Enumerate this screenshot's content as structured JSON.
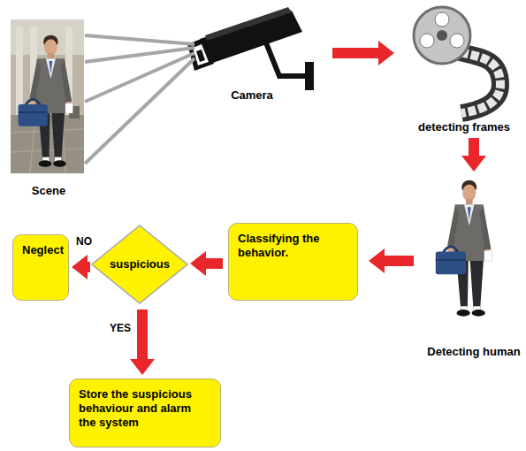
{
  "diagram": {
    "nodes": [
      {
        "text": [
          "Scene"
        ]
      },
      {
        "text": [
          "Camera"
        ]
      },
      {
        "text": [
          "detecting frames"
        ]
      },
      {
        "text": [
          "Detecting human"
        ]
      },
      {
        "text": [
          "Classifying the behavior."
        ]
      },
      {
        "text": [
          "suspicious"
        ]
      },
      {
        "text": [
          "Neglect"
        ]
      },
      {
        "text": [
          "Store the suspicious behaviour and alarm the system"
        ]
      }
    ],
    "edges": [
      {
        "from": 0,
        "to": 1,
        "arrow": "none"
      },
      {
        "from": 1,
        "to": 2,
        "arrow": "to"
      },
      {
        "from": 2,
        "to": 3,
        "arrow": "to"
      },
      {
        "from": 3,
        "to": 4,
        "arrow": "to"
      },
      {
        "from": 4,
        "to": 5,
        "arrow": "to"
      },
      {
        "from": 5,
        "to": 6,
        "arrow": "to",
        "label": "NO"
      },
      {
        "from": 5,
        "to": 7,
        "arrow": "to",
        "label": "YES"
      }
    ]
  }
}
